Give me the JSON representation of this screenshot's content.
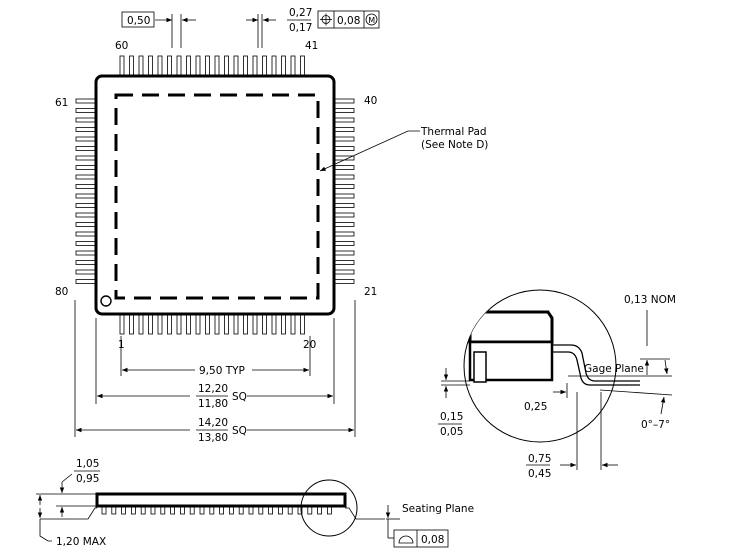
{
  "top_view": {
    "pin_pitch": "0,50",
    "lead_width_max": "0,27",
    "lead_width_min": "0,17",
    "position_tolerance": "0,08",
    "modifier": "M",
    "pin_numbers": {
      "top_left": "60",
      "top_right": "41",
      "left_top": "61",
      "left_bottom": "80",
      "right_top": "40",
      "right_bottom": "21",
      "bottom_left": "1",
      "bottom_right": "20"
    },
    "thermal_pad_label_1": "Thermal Pad",
    "thermal_pad_label_2": "(See Note D)",
    "dim_typ": "9,50 TYP",
    "body_max": "12,20",
    "body_min": "11,80",
    "sq": "SQ",
    "overall_max": "14,20",
    "overall_min": "13,80"
  },
  "detail_view": {
    "nom": "0,13 NOM",
    "gage_plane": "Gage Plane",
    "foot_height_max": "0,15",
    "foot_height_min": "0,05",
    "gage_dim": "0,25",
    "angle": "0°–7°",
    "foot_len_max": "0,75",
    "foot_len_min": "0,45"
  },
  "side_view": {
    "height_max": "1,05",
    "height_min": "0,95",
    "total_height": "1,20 MAX",
    "seating_plane": "Seating Plane",
    "coplanarity": "0,08"
  }
}
